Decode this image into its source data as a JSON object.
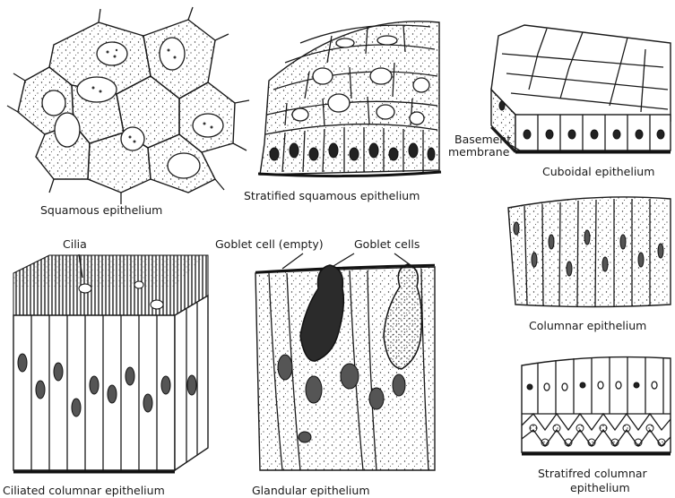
{
  "figure": {
    "panels": {
      "squamous": {
        "caption": "Squamous epithelium"
      },
      "stratified_squamous": {
        "caption": "Stratified squamous epithelium"
      },
      "cuboidal": {
        "caption": "Cuboidal epithelium",
        "label_basement": "Basement membrane"
      },
      "columnar": {
        "caption": "Columnar epithelium"
      },
      "ciliated": {
        "caption": "Ciliated columnar epithelium",
        "label_cilia": "Cilia"
      },
      "glandular": {
        "caption": "Glandular epithelium",
        "label_goblet_empty": "Goblet cell (empty)",
        "label_goblet_cells": "Goblet cells"
      },
      "stratified_columnar": {
        "caption": "Stratifred columnar epithelium"
      }
    }
  }
}
